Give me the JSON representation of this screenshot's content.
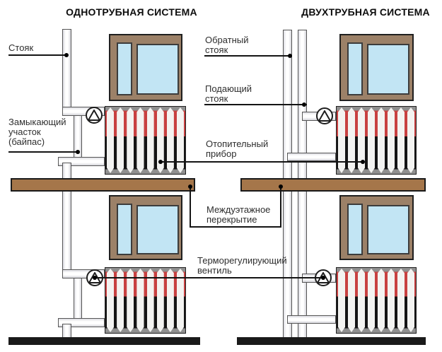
{
  "titles": {
    "left": "ОДНОТРУБНАЯ СИСТЕМА",
    "right": "ДВУХТРУБНАЯ СИСТЕМА"
  },
  "labels": {
    "riser": "Стояк",
    "bypass": {
      "l1": "Замыкающий",
      "l2": "участок",
      "l3": "(байпас)"
    },
    "return_riser": {
      "l1": "Обратный",
      "l2": "стояк"
    },
    "supply_riser": {
      "l1": "Подающий",
      "l2": "стояк"
    },
    "heating_device": {
      "l1": "Отопительный",
      "l2": "прибор"
    },
    "floor_slab": {
      "l1": "Междуэтажное",
      "l2": "перекрытие"
    },
    "thermo_valve": {
      "l1": "Терморегулирующий",
      "l2": "вентиль"
    }
  },
  "colors": {
    "slab": "#a5764a",
    "window_frame": "#9c8168",
    "window_pane": "#c2e5f4",
    "radiator_red": "#c84040",
    "radiator_dark": "#141414",
    "radiator_gray": "#8f8f8f",
    "floor": "#1a1a1a"
  }
}
